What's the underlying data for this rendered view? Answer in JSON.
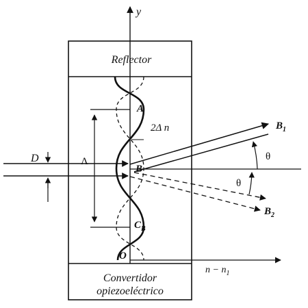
{
  "diagram": {
    "reflector_label": "Reflector",
    "transducer_label_line1": "Convertidor",
    "transducer_label_line2": "opiezoeléctrico",
    "y_axis_label": "y",
    "x_axis_label": "n − n",
    "x_axis_subscript": "1",
    "point_A": "A",
    "point_B": "B",
    "point_C": "C",
    "point_C_subscript": "B",
    "origin": "O",
    "amplitude_label": "2Δ n",
    "wavelength_label": "Λ",
    "beam_width_label": "D",
    "beam1_label": "B",
    "beam1_subscript": "1",
    "beam2_label": "B",
    "beam2_subscript": "2",
    "angle1_label": "θ",
    "angle2_label": "θ"
  }
}
